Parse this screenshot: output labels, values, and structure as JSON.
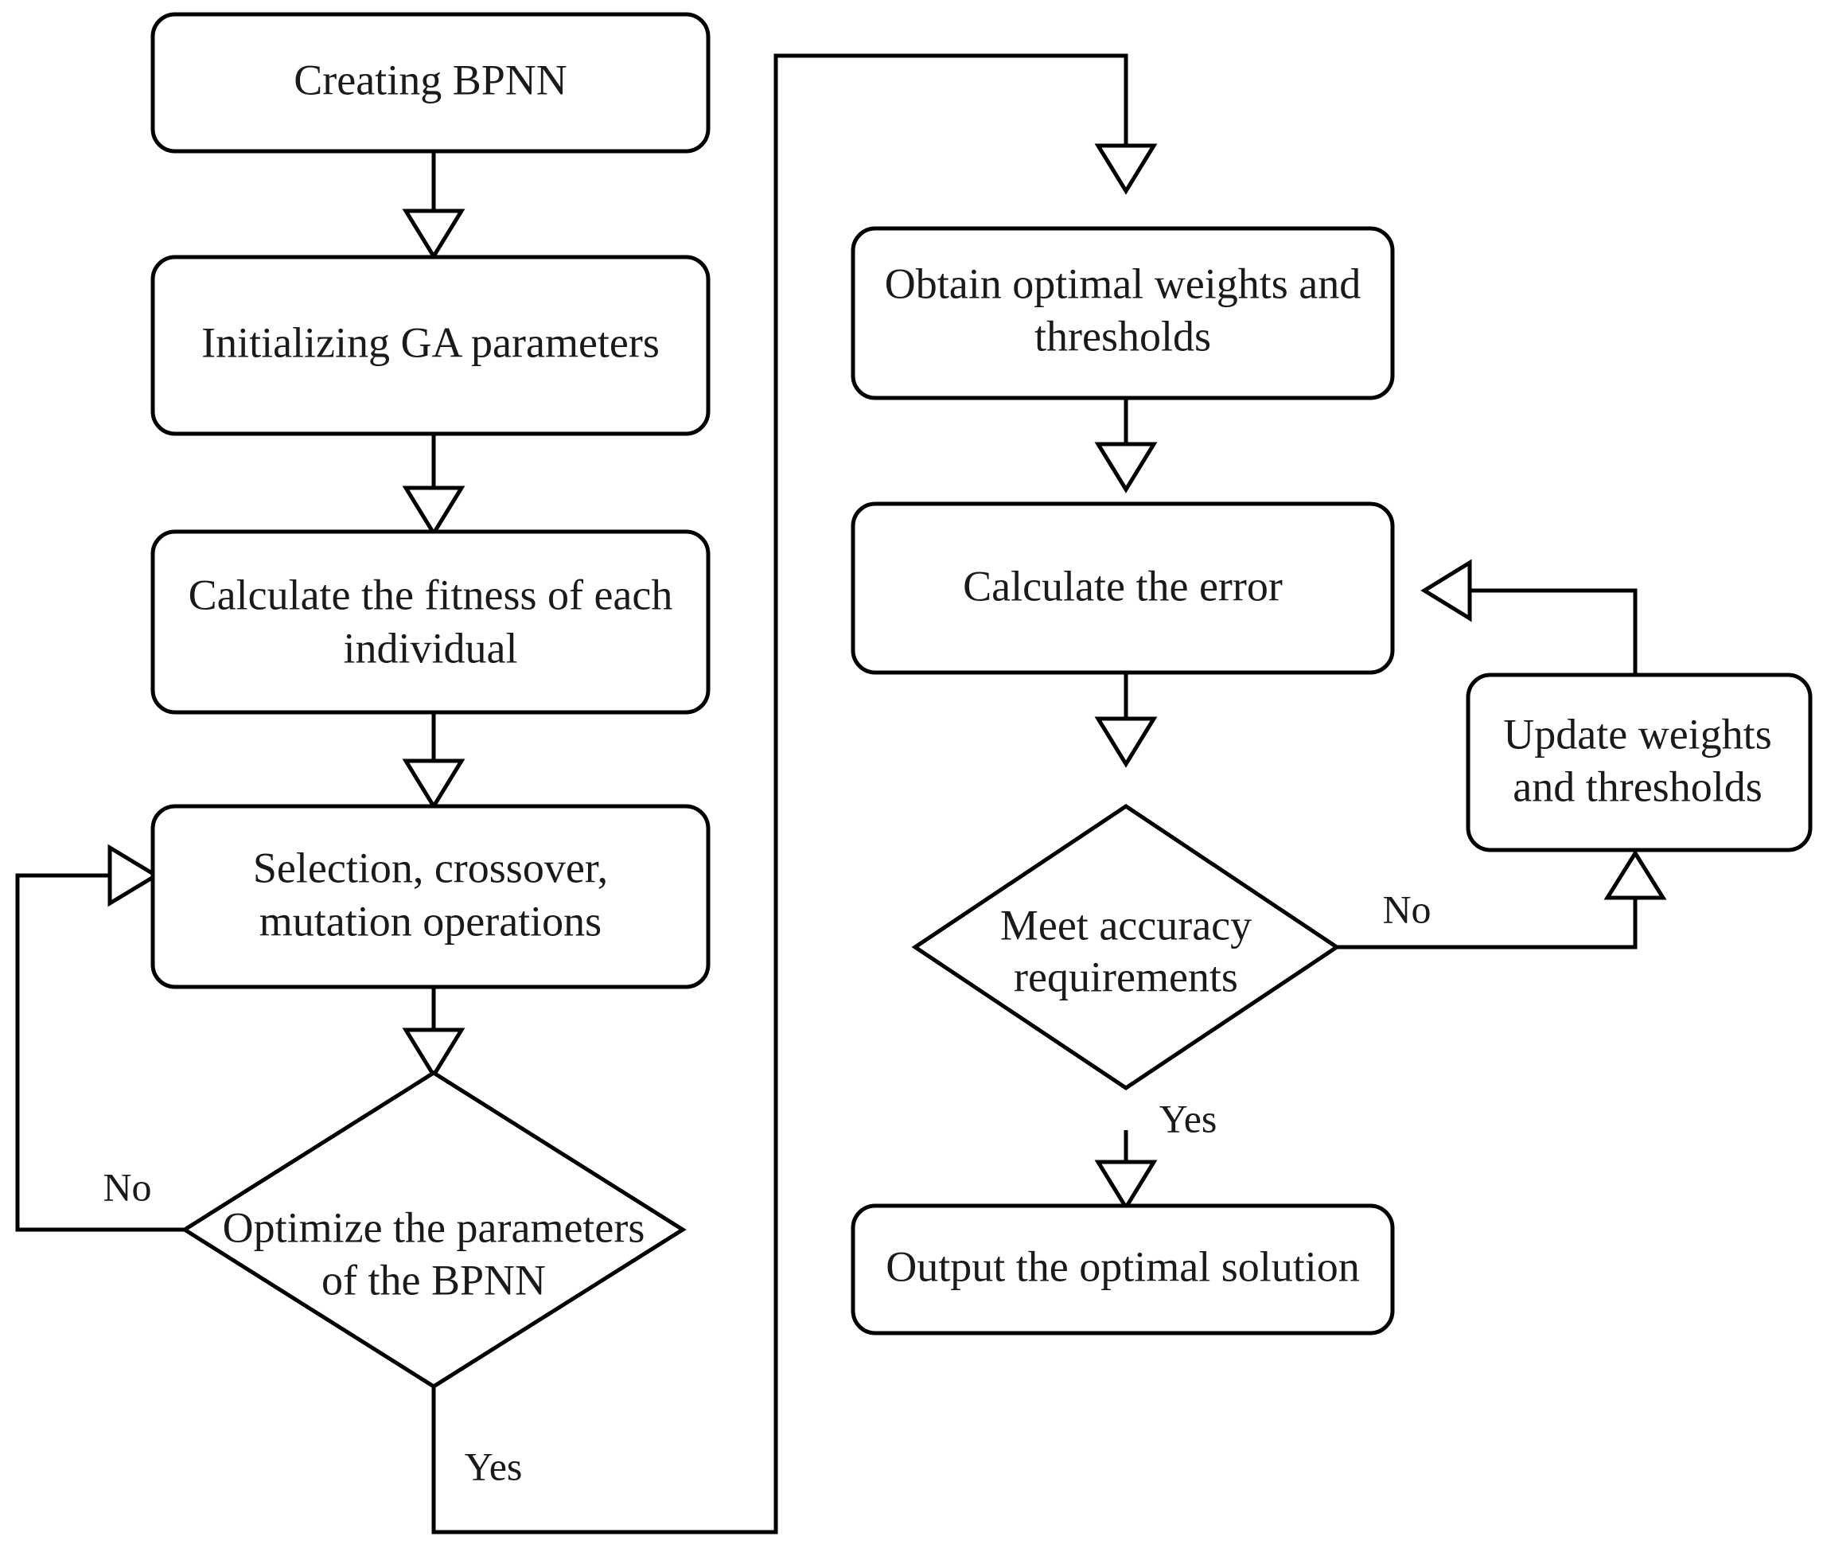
{
  "diagram": {
    "title": "GA-BPNN optimization flowchart",
    "type": "flowchart",
    "colors": {
      "stroke": "#000000",
      "fill": "#ffffff",
      "text": "#1a1a1a",
      "background": "#ffffff"
    },
    "nodes": [
      {
        "id": "create_bpnn",
        "shape": "rounded-rect",
        "lines": [
          "Creating BPNN"
        ]
      },
      {
        "id": "init_ga",
        "shape": "rounded-rect",
        "lines": [
          "Initializing GA parameters"
        ]
      },
      {
        "id": "calc_fitness",
        "shape": "rounded-rect",
        "lines": [
          "Calculate the fitness of each",
          "individual"
        ]
      },
      {
        "id": "genetic_ops",
        "shape": "rounded-rect",
        "lines": [
          "Selection, crossover,",
          "mutation operations"
        ]
      },
      {
        "id": "optimize_decision",
        "shape": "diamond",
        "lines": [
          "Optimize the parameters",
          "of the BPNN"
        ]
      },
      {
        "id": "obtain_weights",
        "shape": "rounded-rect",
        "lines": [
          "Obtain optimal weights and",
          "thresholds"
        ]
      },
      {
        "id": "calc_error",
        "shape": "rounded-rect",
        "lines": [
          "Calculate the error"
        ]
      },
      {
        "id": "accuracy_decision",
        "shape": "diamond",
        "lines": [
          "Meet accuracy",
          "requirements"
        ]
      },
      {
        "id": "update_weights",
        "shape": "rounded-rect",
        "lines": [
          "Update weights",
          "and thresholds"
        ]
      },
      {
        "id": "output_solution",
        "shape": "rounded-rect",
        "lines": [
          "Output the optimal solution"
        ]
      }
    ],
    "edges": [
      {
        "from": "create_bpnn",
        "to": "init_ga",
        "label": ""
      },
      {
        "from": "init_ga",
        "to": "calc_fitness",
        "label": ""
      },
      {
        "from": "calc_fitness",
        "to": "genetic_ops",
        "label": ""
      },
      {
        "from": "genetic_ops",
        "to": "optimize_decision",
        "label": ""
      },
      {
        "from": "optimize_decision",
        "to": "genetic_ops",
        "label": "No"
      },
      {
        "from": "optimize_decision",
        "to": "obtain_weights",
        "label": "Yes"
      },
      {
        "from": "obtain_weights",
        "to": "calc_error",
        "label": ""
      },
      {
        "from": "calc_error",
        "to": "accuracy_decision",
        "label": ""
      },
      {
        "from": "accuracy_decision",
        "to": "update_weights",
        "label": "No"
      },
      {
        "from": "update_weights",
        "to": "calc_error",
        "label": ""
      },
      {
        "from": "accuracy_decision",
        "to": "output_solution",
        "label": "Yes"
      }
    ],
    "labels": {
      "create_bpnn_l0": "Creating BPNN",
      "init_ga_l0": "Initializing GA parameters",
      "calc_fitness_l0": "Calculate the fitness of each",
      "calc_fitness_l1": "individual",
      "genetic_ops_l0": "Selection, crossover,",
      "genetic_ops_l1": "mutation operations",
      "optimize_decision_l0": "Optimize the parameters",
      "optimize_decision_l1": "of the BPNN",
      "obtain_weights_l0": "Obtain optimal weights and",
      "obtain_weights_l1": "thresholds",
      "calc_error_l0": "Calculate the error",
      "accuracy_decision_l0": "Meet accuracy",
      "accuracy_decision_l1": "requirements",
      "update_weights_l0": "Update weights",
      "update_weights_l1": "and thresholds",
      "output_solution_l0": "Output the optimal solution",
      "edge_optimize_no": "No",
      "edge_optimize_yes": "Yes",
      "edge_accuracy_no": "No",
      "edge_accuracy_yes": "Yes"
    }
  }
}
